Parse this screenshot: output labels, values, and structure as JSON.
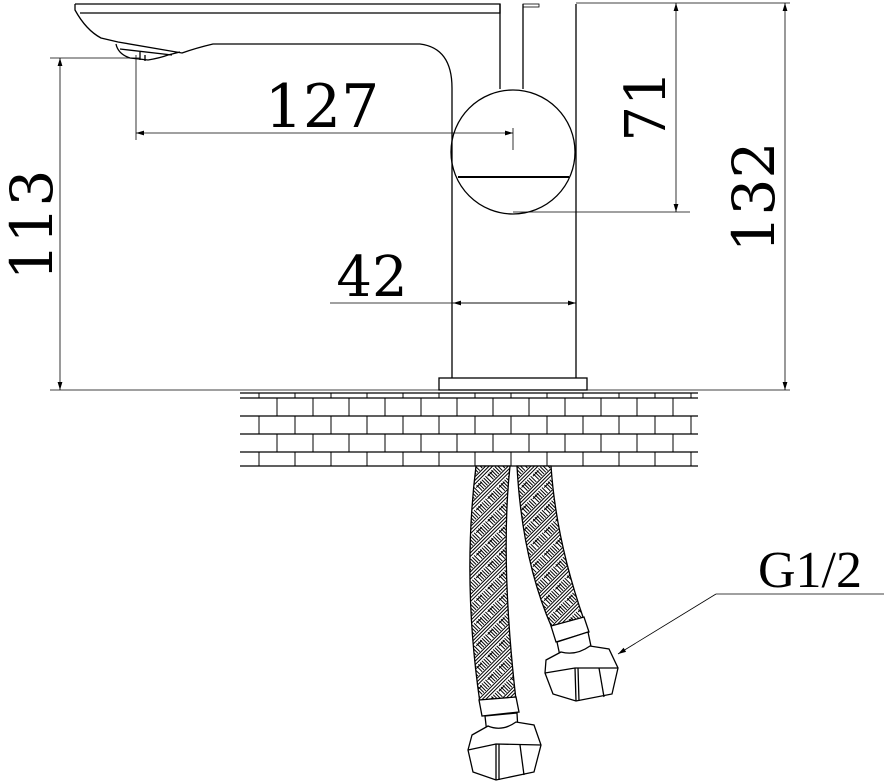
{
  "diagram": {
    "subject": "Basin faucet dimension drawing",
    "line_color": "#000000",
    "background": "#ffffff",
    "units": "mm",
    "dimensions": {
      "spout_reach": "127",
      "body_diameter": "42",
      "handle_height": "71",
      "total_height": "132",
      "spout_height": "113"
    },
    "labels": {
      "connection_thread": "G1/2"
    },
    "components": [
      "spout",
      "handle-lever",
      "body",
      "base-plate",
      "countertop",
      "flexible-hoses",
      "hex-nuts"
    ]
  }
}
